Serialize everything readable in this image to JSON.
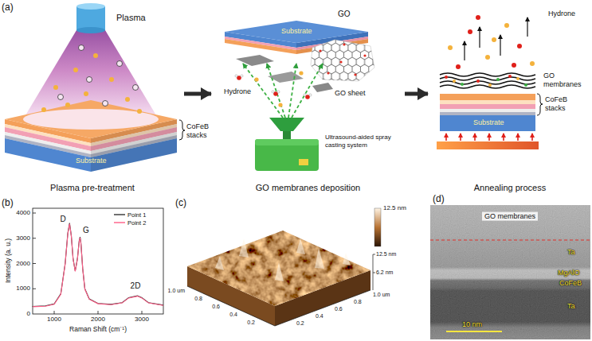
{
  "diagram": {
    "nodes": [
      {
        "text": [
          "Plasma pre-treatment"
        ]
      },
      {
        "text": [
          "GO membranes deposition"
        ]
      },
      {
        "text": [
          "Annealing process"
        ]
      }
    ],
    "edges": [
      {
        "from": 0,
        "to": 1,
        "arrow": "to"
      },
      {
        "from": 1,
        "to": 2,
        "arrow": "to"
      }
    ],
    "labels": [
      "(a)",
      "Plasma",
      "Substrate",
      "CoFeB stacks",
      "Substrate",
      "GO",
      "Hydrone",
      "GO sheet",
      "Ultrasound-aided spray casting system",
      "Hydrone",
      "GO membranes",
      "CoFeB stacks",
      "Substrate",
      "(b)",
      "4000",
      "3000",
      "2000",
      "1000",
      "0",
      "1000",
      "2000",
      "3000",
      "Intensity (a. u.)",
      "Raman Shift (cm⁻¹)",
      "D",
      "G",
      "2D",
      "(c)",
      "12.5 nm",
      "12.5 nm",
      "6.2 nm",
      "0.2",
      "0.4",
      "0.6",
      "0.8",
      "1.0 um",
      "0.2",
      "0.4",
      "0.6",
      "0.8",
      "1.0 um",
      "(d)",
      "GO membranes",
      "Ta",
      "MgAlO",
      "CoFeB",
      "Ta",
      "10 nm"
    ],
    "legend": [
      {
        "text": "Point 1"
      },
      {
        "text": "Point 2"
      }
    ]
  }
}
